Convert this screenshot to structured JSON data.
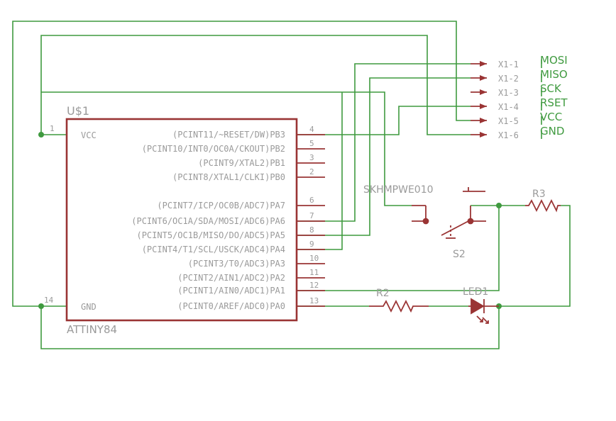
{
  "colors": {
    "wire": "#3f9a3f",
    "part": "#9a3434",
    "text": "#9a9a9a",
    "net_label": "#3f9a3f",
    "background": "#ffffff"
  },
  "chip": {
    "name": "U$1",
    "value": "ATTINY84",
    "vcc_label": "VCC",
    "gnd_label": "GND",
    "vcc_pin": "1",
    "gnd_pin": "14",
    "pins": [
      {
        "num": "4",
        "label": "(PCINT11/~RESET/DW)PB3"
      },
      {
        "num": "5",
        "label": "(PCINT10/INT0/OC0A/CKOUT)PB2"
      },
      {
        "num": "3",
        "label": "(PCINT9/XTAL2)PB1"
      },
      {
        "num": "2",
        "label": "(PCINT8/XTAL1/CLKI)PB0"
      },
      {
        "num": "6",
        "label": "(PCINT7/ICP/OC0B/ADC7)PA7"
      },
      {
        "num": "7",
        "label": "(PCINT6/OC1A/SDA/MOSI/ADC6)PA6"
      },
      {
        "num": "8",
        "label": "(PCINT5/OC1B/MISO/DO/ADC5)PA5"
      },
      {
        "num": "9",
        "label": "(PCINT4/T1/SCL/USCK/ADC4)PA4"
      },
      {
        "num": "10",
        "label": "(PCINT3/T0/ADC3)PA3"
      },
      {
        "num": "11",
        "label": "(PCINT2/AIN1/ADC2)PA2"
      },
      {
        "num": "12",
        "label": "(PCINT1/AIN0/ADC1)PA1"
      },
      {
        "num": "13",
        "label": "(PCINT0/AREF/ADC0)PA0"
      }
    ]
  },
  "header": {
    "pins": [
      {
        "label": "X1-1",
        "net": "MOSI"
      },
      {
        "label": "X1-2",
        "net": "MISO"
      },
      {
        "label": "X1-3",
        "net": "SCK"
      },
      {
        "label": "X1-4",
        "net": "RSET"
      },
      {
        "label": "X1-5",
        "net": "VCC"
      },
      {
        "label": "X1-6",
        "net": "GND"
      }
    ]
  },
  "switch": {
    "name": "S2",
    "value": "SKHMPWE010"
  },
  "r3": {
    "name": "R3"
  },
  "r2": {
    "name": "R2"
  },
  "led": {
    "name": "LED1"
  }
}
